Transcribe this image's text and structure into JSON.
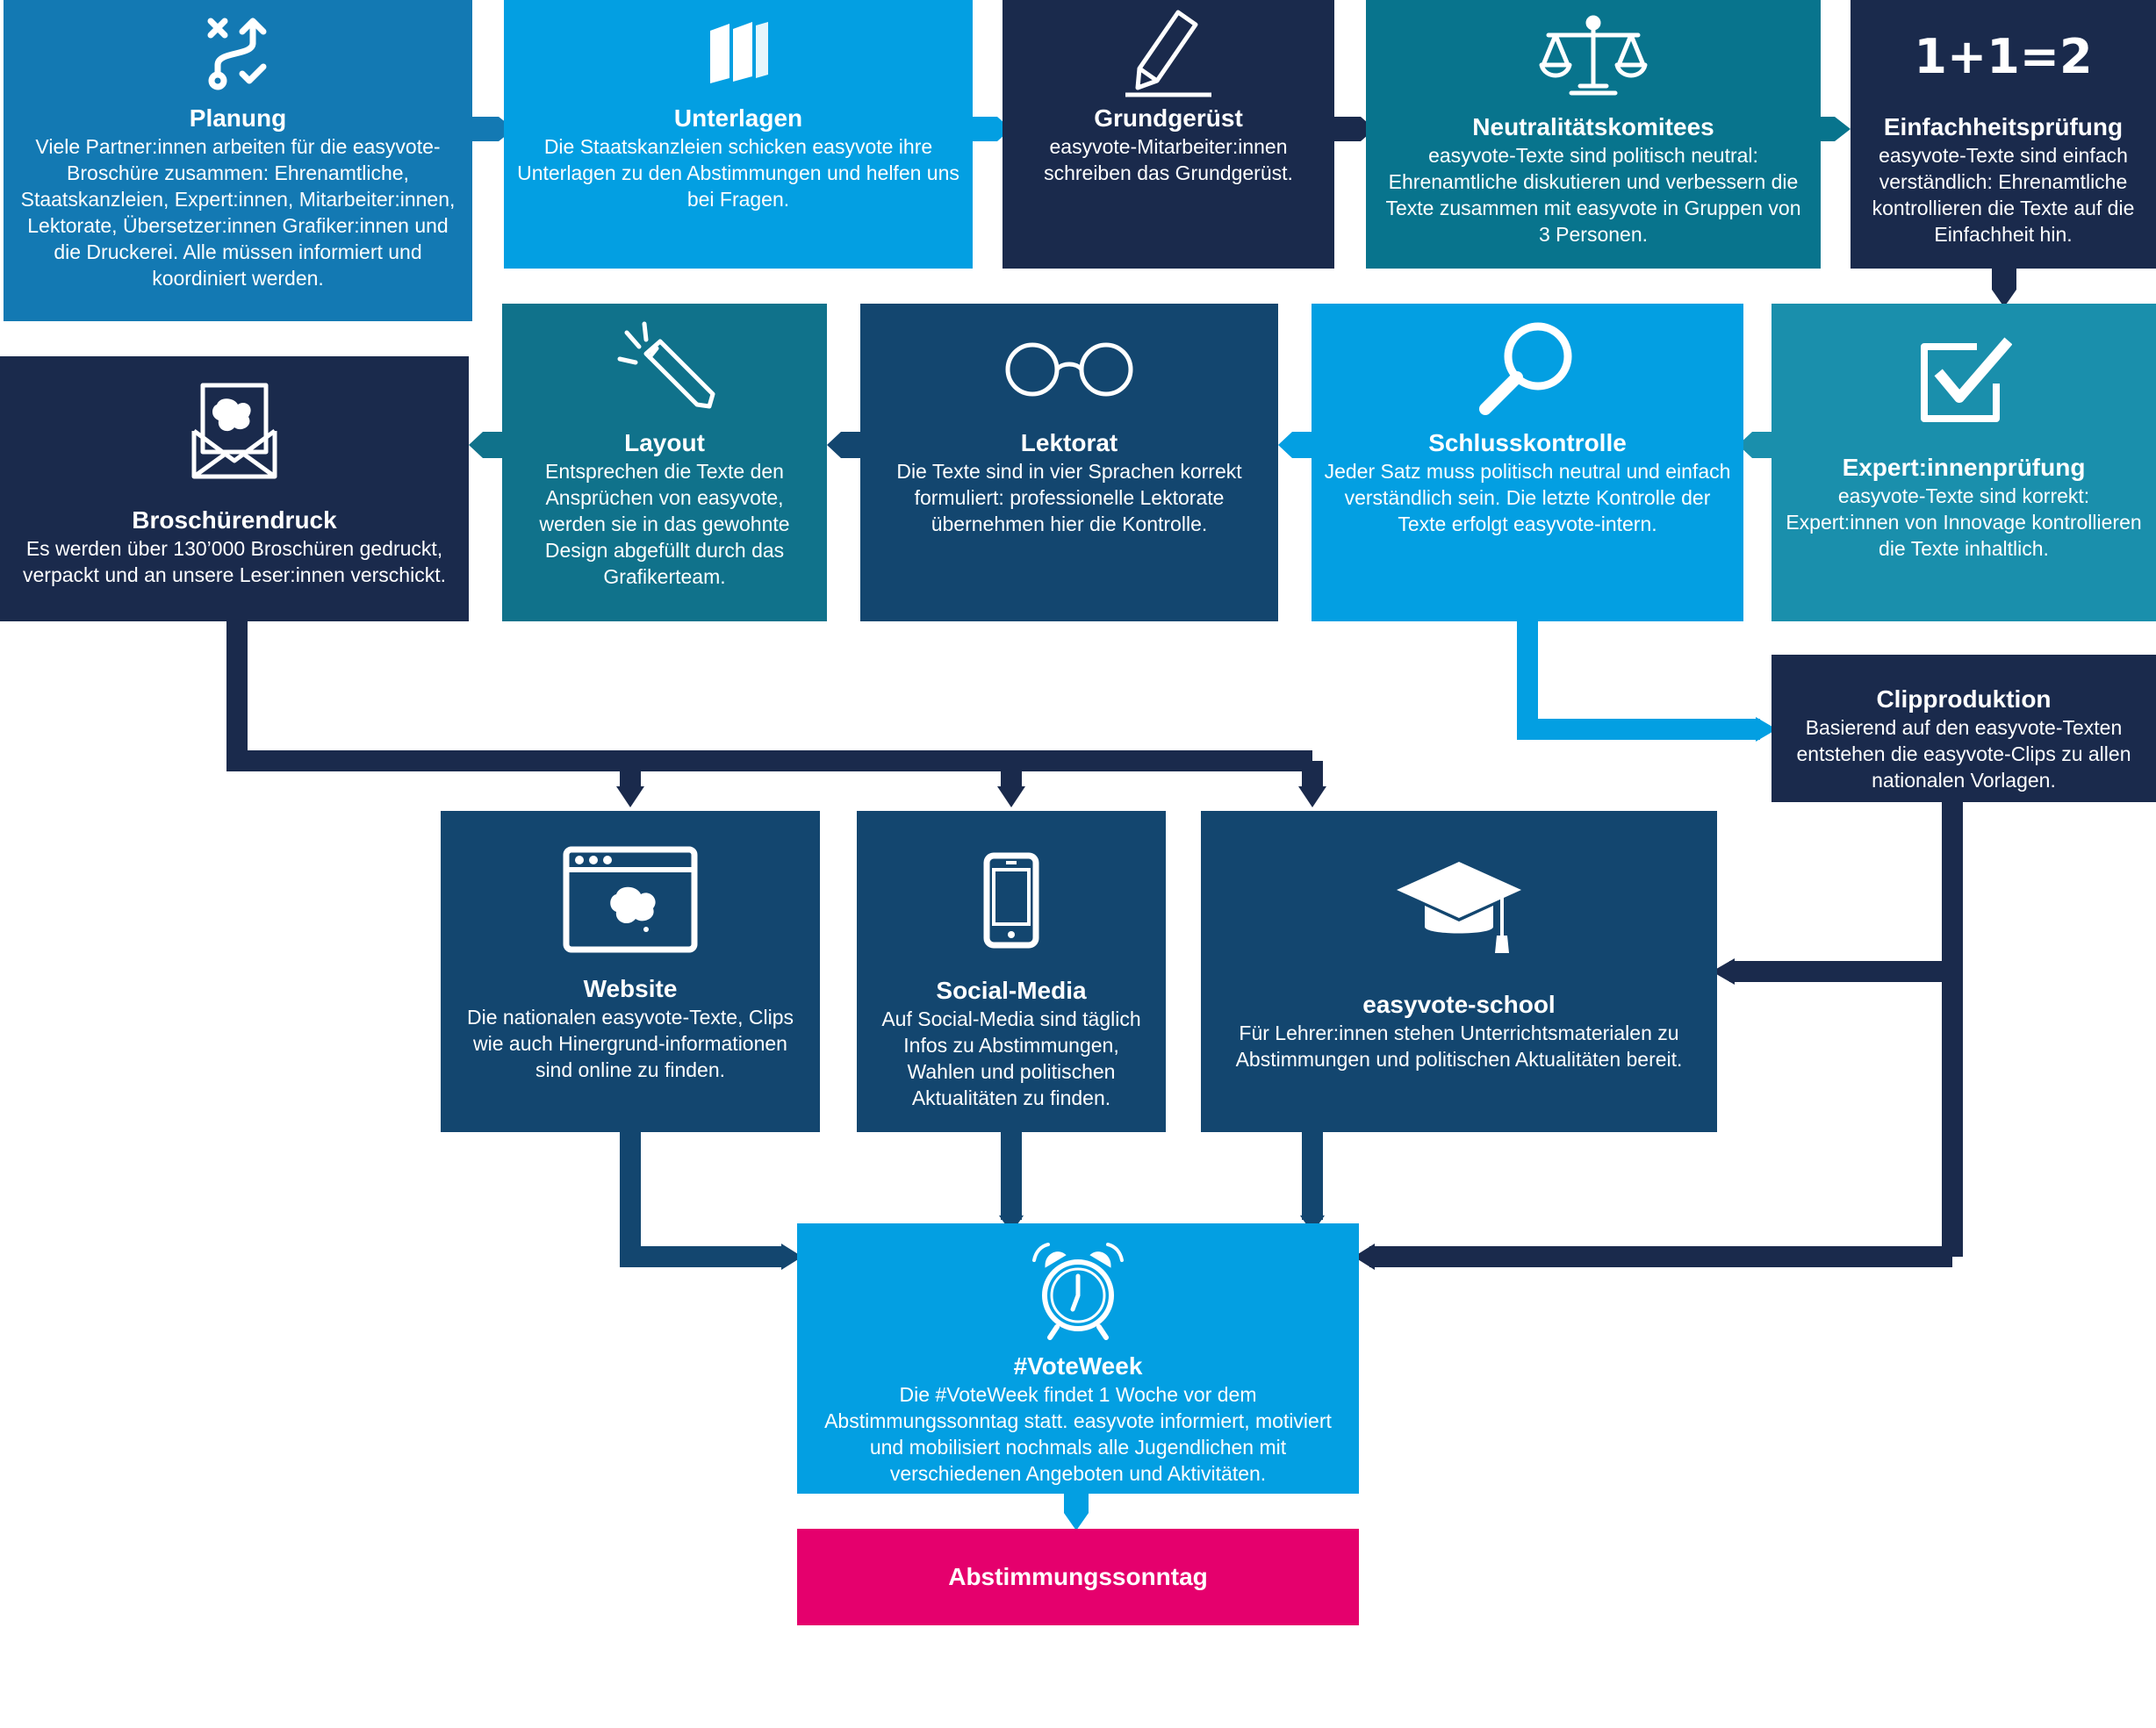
{
  "colors": {
    "darknavy": "#1a2a4c",
    "navy": "#13466f",
    "sky": "#039fe2",
    "medblue": "#1379b3",
    "teal": "#08748d",
    "lightteal": "#1a8fac",
    "magenta": "#e5006d"
  },
  "steps": {
    "planung": {
      "icon": "route-icon",
      "title": "Planung",
      "desc": "Viele Partner:innen arbeiten für die easyvote-Broschüre zusammen: Ehrenamtliche, Staatskanzleien, Expert:innen, Mitarbeiter:innen, Lektorate, Übersetzer:innen Grafiker:innen und die Druckerei. Alle müssen informiert und koordiniert werden."
    },
    "unterlagen": {
      "icon": "books-icon",
      "title": "Unterlagen",
      "desc": "Die Staatskanzleien schicken easyvote ihre Unterlagen zu den Abstimmungen und helfen uns bei Fragen."
    },
    "grundgeruest": {
      "icon": "pencil-icon",
      "title": "Grundgerüst",
      "desc": "easyvote-Mitarbeiter:innen schreiben das Grundgerüst."
    },
    "neutralitaet": {
      "icon": "scale-icon",
      "title": "Neutralitätskomitees",
      "desc": "easyvote-Texte sind politisch neutral: Ehrenamtliche diskutieren und verbessern die Texte zusammen mit easyvote in Gruppen von 3 Personen."
    },
    "einfachheit": {
      "icon": "math-icon",
      "icon_text": "1+1=2",
      "title": "Einfachheitsprüfung",
      "desc": "easyvote-Texte sind einfach verständlich: Ehrenamtliche kontrollieren die Texte auf die Einfachheit hin."
    },
    "expert": {
      "icon": "checkbox-icon",
      "title": "Expert:innenprüfung",
      "desc": "easyvote-Texte sind korrekt: Expert:innen von Innovage kontrollieren die Texte inhaltlich."
    },
    "schluss": {
      "icon": "magnifier-icon",
      "title": "Schlusskontrolle",
      "desc": "Jeder Satz muss politisch neutral und einfach verständlich sein. Die letzte Kontrolle der Texte erfolgt easyvote-intern."
    },
    "lektorat": {
      "icon": "glasses-icon",
      "title": "Lektorat",
      "desc": "Die Texte sind in vier Sprachen korrekt formuliert: professionelle Lektorate übernehmen hier die Kontrolle."
    },
    "layout": {
      "icon": "pen-tool-icon",
      "title": "Layout",
      "desc": "Entsprechen die Texte den Ansprüchen von easyvote, werden sie in das gewohnte Design abgefüllt durch das Grafikerteam."
    },
    "druck": {
      "icon": "envelope-icon",
      "title": "Broschürendruck",
      "desc": "Es werden über 130’000 Broschüren gedruckt, verpackt und an unsere Leser:innen verschickt."
    },
    "clip": {
      "title": "Clipproduktion",
      "desc": "Basierend auf den easyvote-Texten entstehen die easyvote-Clips zu allen nationalen Vorlagen."
    },
    "website": {
      "icon": "browser-icon",
      "title": "Website",
      "desc": "Die nationalen easyvote-Texte, Clips wie auch Hinergrund-informationen sind online zu finden."
    },
    "social": {
      "icon": "phone-icon",
      "title": "Social-Media",
      "desc": "Auf Social-Media sind täglich Infos zu Abstimmungen, Wahlen und politischen Aktualitäten zu finden."
    },
    "school": {
      "icon": "graduation-cap-icon",
      "title": "easyvote-school",
      "desc": "Für Lehrer:innen stehen Unterrichtsmaterialen zu Abstimmungen und politischen Aktualitäten bereit."
    },
    "voteweek": {
      "icon": "alarm-clock-icon",
      "title": "#VoteWeek",
      "desc": "Die #VoteWeek findet 1 Woche vor dem Abstimmungssonntag statt. easyvote informiert, motiviert und mobilisiert nochmals alle Jugendlichen mit verschiedenen Angeboten und Aktivitäten."
    },
    "sonntag": {
      "title": "Abstimmungssonntag"
    }
  }
}
